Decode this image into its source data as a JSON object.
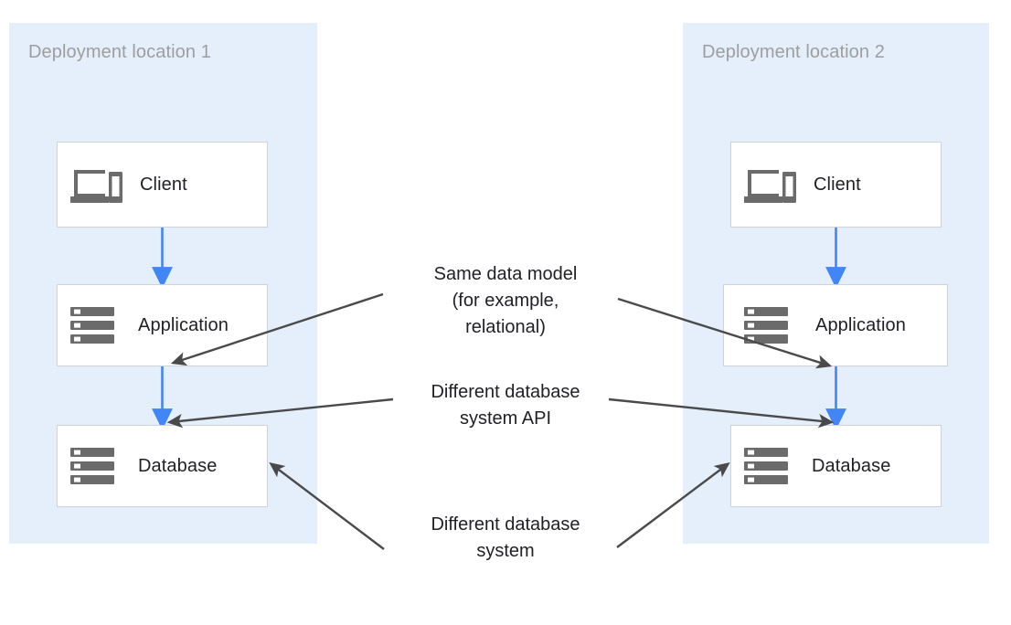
{
  "diagram": {
    "title_hidden": "",
    "colors": {
      "zone_background": "#e4effb",
      "zone_title_text": "#9e9e9e",
      "node_background": "#ffffff",
      "node_border": "#d0d3d6",
      "node_label_text": "#202124",
      "blue_arrow": "#4285f4",
      "gray_arrow": "#4a4a4a",
      "page_background": "#ffffff"
    }
  },
  "zones": [
    {
      "id": "zone1",
      "title": "Deployment location 1"
    },
    {
      "id": "zone2",
      "title": "Deployment location 2"
    }
  ],
  "nodes": {
    "left": [
      {
        "id": "client-1",
        "label": "Client",
        "icon": "devices-icon"
      },
      {
        "id": "application-1",
        "label": "Application",
        "icon": "server-stack-icon"
      },
      {
        "id": "database-1",
        "label": "Database",
        "icon": "server-stack-icon"
      }
    ],
    "right": [
      {
        "id": "client-2",
        "label": "Client",
        "icon": "devices-icon"
      },
      {
        "id": "application-2",
        "label": "Application",
        "icon": "server-stack-icon"
      },
      {
        "id": "database-2",
        "label": "Database",
        "icon": "server-stack-icon"
      }
    ]
  },
  "annotations": [
    {
      "id": "ann-data-model",
      "text": "Same data model\n(for example,\nrelational)"
    },
    {
      "id": "ann-db-api",
      "text": "Different database\nsystem API"
    },
    {
      "id": "ann-db-system",
      "text": "Different database\nsystem"
    }
  ],
  "flows": [
    {
      "id": "flow-client-app-1",
      "from": "client-1",
      "to": "application-1",
      "color": "#4285f4"
    },
    {
      "id": "flow-app-db-1",
      "from": "application-1",
      "to": "database-1",
      "color": "#4285f4"
    },
    {
      "id": "flow-client-app-2",
      "from": "client-2",
      "to": "application-2",
      "color": "#4285f4"
    },
    {
      "id": "flow-app-db-2",
      "from": "application-2",
      "to": "database-2",
      "color": "#4285f4"
    }
  ]
}
